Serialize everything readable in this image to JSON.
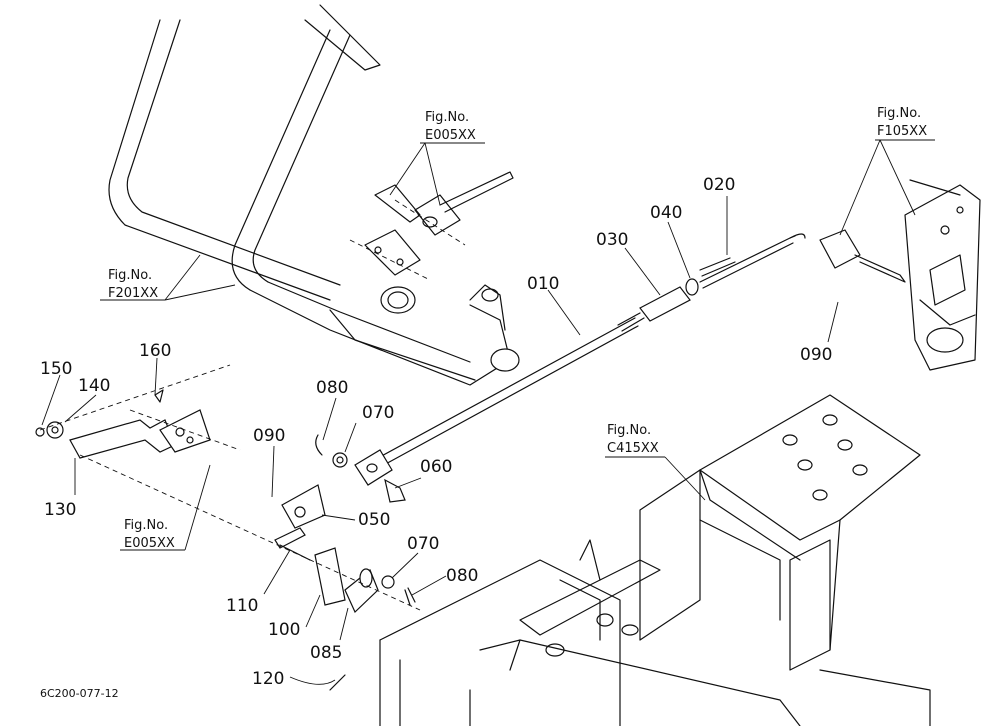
{
  "drawing_code": "6C200-077-12",
  "fig_refs": {
    "e005_top": {
      "line1": "Fig.No.",
      "line2": "E005XX"
    },
    "f105": {
      "line1": "Fig.No.",
      "line2": "F105XX"
    },
    "f201": {
      "line1": "Fig.No.",
      "line2": "F201XX"
    },
    "c415": {
      "line1": "Fig.No.",
      "line2": "C415XX"
    },
    "e005_left": {
      "line1": "Fig.No.",
      "line2": "E005XX"
    }
  },
  "parts": {
    "p010": "010",
    "p020": "020",
    "p030": "030",
    "p040": "040",
    "p050": "050",
    "p060": "060",
    "p070a": "070",
    "p070b": "070",
    "p080a": "080",
    "p080b": "080",
    "p085": "085",
    "p090a": "090",
    "p090b": "090",
    "p100": "100",
    "p110": "110",
    "p120": "120",
    "p130": "130",
    "p140": "140",
    "p150": "150",
    "p160": "160"
  }
}
